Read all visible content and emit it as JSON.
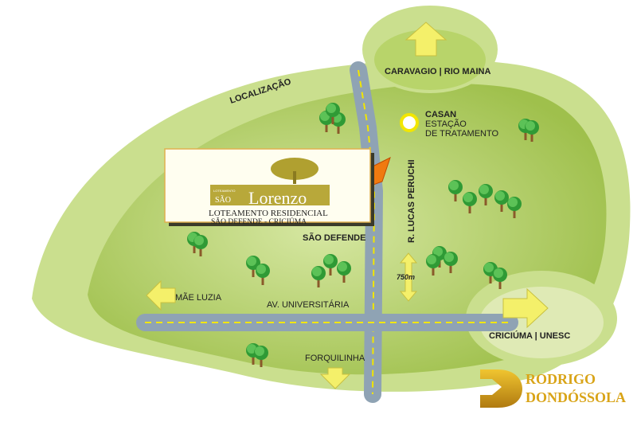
{
  "map": {
    "title": "LOCALIZAÇÃO",
    "labels": {
      "north": "CARAVAGIO | RIO MAINA",
      "casan_title": "CASAN",
      "casan_line1": "ESTAÇÃO",
      "casan_line2": "DE TRATAMENTO",
      "street": "R. LUCAS PERUCHI",
      "neighborhood": "SÃO DEFENDE",
      "distance": "750m",
      "west": "MÃE LUZIA",
      "avenue": "AV. UNIVERSITÁRIA",
      "east": "CRICIÚMA | UNESC",
      "south": "FORQUILINHA"
    },
    "colors": {
      "outer": "#c9dd8a",
      "inner": "#a8c858",
      "road": "#8fa3b4",
      "stripe": "#f2e600",
      "arrow": "#f4f06a",
      "tree": "#3aa43a"
    }
  },
  "sign": {
    "brand_small": "LOTEAMENTO",
    "brand_sao": "SÃO",
    "brand_name": "Lorenzo",
    "line1": "LOTEAMENTO RESIDENCIAL",
    "line2": "SÃO DEFENDE - CRICIÚMA"
  },
  "logo": {
    "line1": "RODRIGO",
    "line2": "DONDÓSSOLA"
  }
}
